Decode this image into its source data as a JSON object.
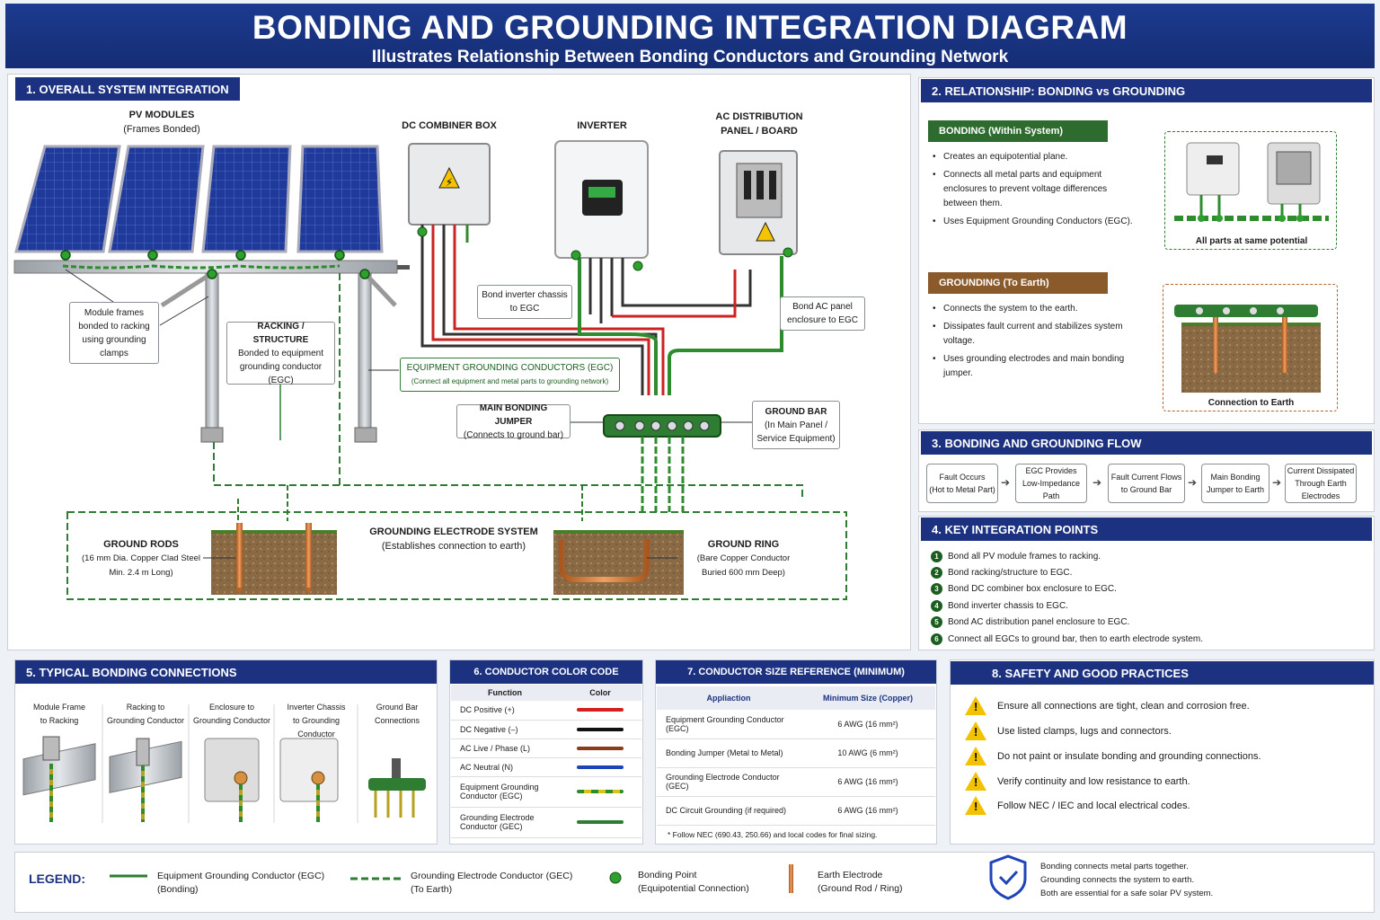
{
  "header": {
    "title": "BONDING AND GROUNDING INTEGRATION DIAGRAM",
    "subtitle": "Illustrates Relationship Between Bonding Conductors and Grounding Network"
  },
  "s1": {
    "title": "1. OVERALL SYSTEM INTEGRATION",
    "pv_title": "PV MODULES",
    "pv_sub": "(Frames Bonded)",
    "dc_title": "DC COMBINER BOX",
    "inv_title": "INVERTER",
    "ac_title1": "AC DISTRIBUTION",
    "ac_title2": "PANEL / BOARD",
    "callouts": {
      "module": [
        "Module frames",
        "bonded to racking",
        "using grounding",
        "clamps"
      ],
      "racking": [
        "RACKING / STRUCTURE",
        "Bonded to equipment",
        "grounding conductor",
        "(EGC)"
      ],
      "inverter": [
        "Bond inverter chassis",
        "to EGC"
      ],
      "ac": [
        "Bond AC panel",
        "enclosure to EGC"
      ],
      "egc": [
        "EQUIPMENT GROUNDING CONDUCTORS (EGC)",
        "(Connect all equipment and metal parts to grounding network)"
      ],
      "mbj": [
        "MAIN BONDING JUMPER",
        "(Connects to ground bar)"
      ],
      "gbar": [
        "GROUND BAR",
        "(In Main Panel /",
        "Service Equipment)"
      ]
    },
    "electrode": {
      "title": "GROUNDING ELECTRODE SYSTEM",
      "sub": "(Establishes connection to earth)",
      "rods": [
        "GROUND RODS",
        "(16 mm Dia. Copper Clad Steel",
        "Min. 2.4 m Long)"
      ],
      "ring": [
        "GROUND RING",
        "(Bare Copper Conductor",
        "Buried 600 mm Deep)"
      ]
    }
  },
  "s2": {
    "title": "2. RELATIONSHIP: BONDING vs GROUNDING",
    "bonding_title": "BONDING (Within System)",
    "bonding_items": [
      "Creates an equipotential plane.",
      "Connects all metal parts and equipment enclosures to prevent voltage differences between them.",
      "Uses Equipment Grounding Conductors (EGC)."
    ],
    "bonding_caption": "All parts at same potential",
    "grounding_title": "GROUNDING (To Earth)",
    "grounding_items": [
      "Connects the system to the earth.",
      "Dissipates fault current and stabilizes system voltage.",
      "Uses grounding electrodes and main bonding jumper."
    ],
    "grounding_caption": "Connection to Earth"
  },
  "s3": {
    "title": "3. BONDING AND GROUNDING FLOW",
    "steps": [
      [
        "Fault Occurs",
        "(Hot to Metal Part)"
      ],
      [
        "EGC Provides",
        "Low-Impedance Path"
      ],
      [
        "Fault Current Flows",
        "to Ground Bar"
      ],
      [
        "Main Bonding",
        "Jumper to Earth"
      ],
      [
        "Current Dissipated",
        "Through Earth",
        "Electrodes"
      ]
    ]
  },
  "s4": {
    "title": "4. KEY INTEGRATION POINTS",
    "items": [
      "Bond all PV module frames to racking.",
      "Bond racking/structure to EGC.",
      "Bond DC combiner box enclosure to EGC.",
      "Bond inverter chassis to EGC.",
      "Bond AC distribution panel enclosure to EGC.",
      "Connect all EGCs to ground bar, then to earth electrode system."
    ]
  },
  "s5": {
    "title": "5. TYPICAL BONDING CONNECTIONS",
    "items": [
      [
        "Module Frame",
        "to Racking"
      ],
      [
        "Racking to",
        "Grounding Conductor"
      ],
      [
        "Enclosure to",
        "Grounding Conductor"
      ],
      [
        "Inverter Chassis",
        "to Grounding Conductor"
      ],
      [
        "Ground Bar",
        "Connections"
      ]
    ]
  },
  "s6": {
    "title": "6. CONDUCTOR COLOR CODE",
    "col_function": "Function",
    "col_color": "Color",
    "rows": [
      {
        "label": "DC Positive (+)",
        "color": "#d32020",
        "stripe": false
      },
      {
        "label": "DC Negative (–)",
        "color": "#111111",
        "stripe": false
      },
      {
        "label": "AC Live / Phase (L)",
        "color": "#8b3a1a",
        "stripe": false
      },
      {
        "label": "AC Neutral (N)",
        "color": "#1f44b8",
        "stripe": false
      },
      {
        "label": "Equipment Grounding Conductor (EGC)",
        "color": "#2e8b2e",
        "stripe": true
      },
      {
        "label": "Grounding Electrode Conductor (GEC)",
        "color": "#2e7d32",
        "stripe": false
      }
    ]
  },
  "s7": {
    "title": "7. CONDUCTOR SIZE REFERENCE (MINIMUM)",
    "col_app": "Appliaction",
    "col_size": "Minimum Size (Copper)",
    "rows": [
      [
        "Equipment Grounding Conductor (EGC)",
        "6 AWG (16 mm²)"
      ],
      [
        "Bonding Jumper (Metal to Metal)",
        "10 AWG (6 mm²)"
      ],
      [
        "Grounding Electrode Conductor (GEC)",
        "6 AWG (16 mm²)"
      ],
      [
        "DC Circuit Grounding (if required)",
        "6 AWG (16 mm²)"
      ]
    ],
    "note": "* Follow NEC (690.43, 250.66) and local codes for final sizing."
  },
  "s8": {
    "title": "8. SAFETY AND GOOD PRACTICES",
    "items": [
      "Ensure all connections are tight, clean and corrosion free.",
      "Use listed clamps, lugs and connectors.",
      "Do not paint or insulate bonding and grounding connections.",
      "Verify continuity and low resistance to earth.",
      "Follow NEC / IEC and local electrical codes."
    ]
  },
  "legend": {
    "title": "LEGEND:",
    "egc": [
      "Equipment Grounding Conductor (EGC)",
      "(Bonding)"
    ],
    "gec": [
      "Grounding Electrode Conductor (GEC)",
      "(To Earth)"
    ],
    "bp": [
      "Bonding Point",
      "(Equipotential Connection)"
    ],
    "ee": [
      "Earth Electrode",
      "(Ground Rod / Ring)"
    ],
    "summary": [
      "Bonding connects metal parts together.",
      "Grounding connects the system to earth.",
      "Both are essential for a safe solar PV system."
    ]
  }
}
